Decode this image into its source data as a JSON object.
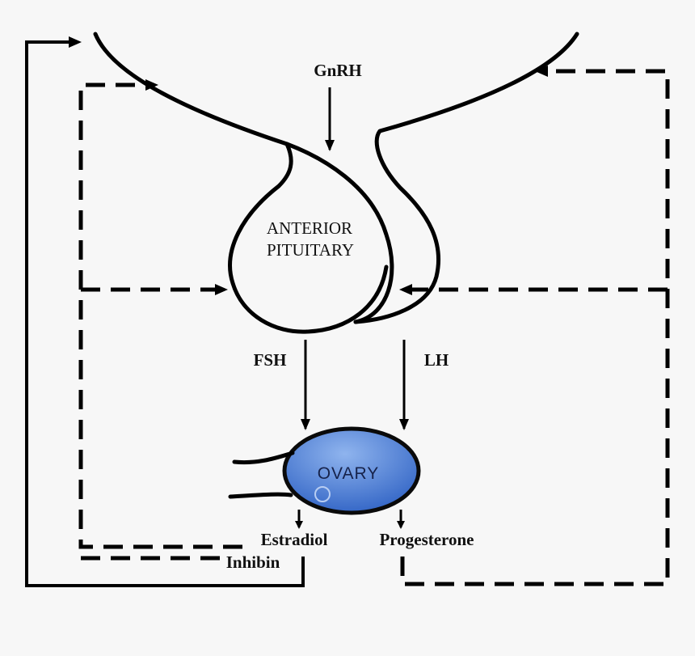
{
  "diagram": {
    "hormones": {
      "gnrh": "GnRH",
      "fsh": "FSH",
      "lh": "LH",
      "estradiol": "Estradiol",
      "progesterone": "Progesterone",
      "inhibin": "Inhibin"
    },
    "organs": {
      "anterior_pituitary_line1": "ANTERIOR",
      "anterior_pituitary_line2": "PITUITARY",
      "ovary": "OVARY"
    },
    "colors": {
      "ovary_light": "#8fb4ee",
      "ovary_dark": "#2f62c4",
      "ovary_stroke": "#0a0a0a",
      "background": "#f7f7f7",
      "line": "#000000"
    },
    "line_styles": {
      "solid": "solid",
      "dashed": "dashed"
    }
  }
}
